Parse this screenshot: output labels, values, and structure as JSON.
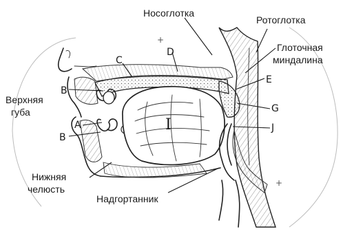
{
  "labels": {
    "nasopharynx": "Носоглотка",
    "oropharynx": "Ротоглотка",
    "pharyngeal_tonsil": [
      "Глоточная",
      "миндалина"
    ],
    "upper_lip": [
      "Верхняя",
      "губа"
    ],
    "lower_jaw": [
      "Нижняя",
      "челюсть"
    ],
    "epiglottis": "Надгортанник"
  },
  "letters": {
    "B_top": "B",
    "C": "C",
    "D": "D",
    "E": "E",
    "A": "A",
    "B_bottom": "B",
    "G": "G",
    "J": "J",
    "tongue": "I"
  }
}
